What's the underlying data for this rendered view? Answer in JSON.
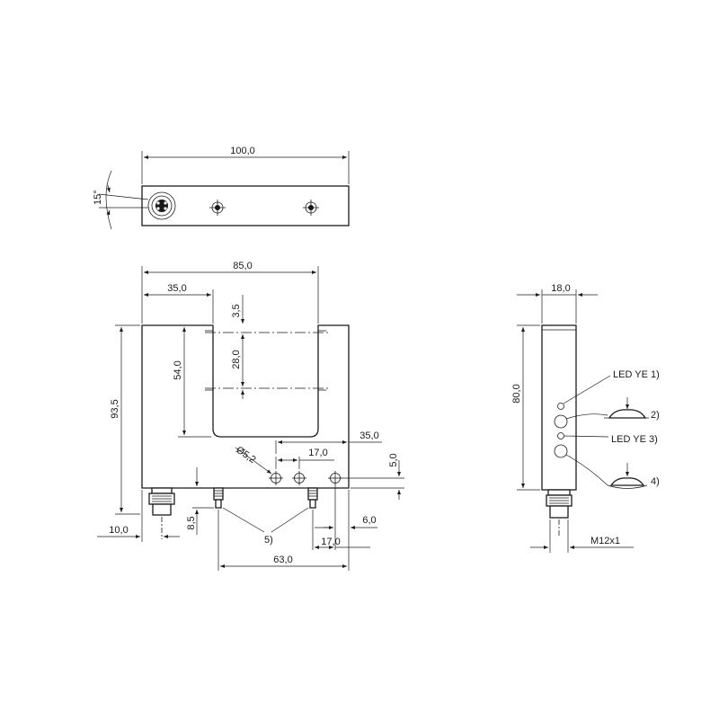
{
  "top_view": {
    "width": "100,0",
    "angle": "15°"
  },
  "front_view": {
    "width": "85,0",
    "slot_offset": "35,0",
    "slot_top": "3,5",
    "slot_depth": "54,0",
    "hole_spacing": "28,0",
    "height": "93,5",
    "hole_diameter": "Ø5,2",
    "hole_pitch": "17,0",
    "hole_right": "35,0",
    "hole_height": "5,0",
    "connector_offset": "10,0",
    "pin_height": "8,5",
    "edge_offset": "6,0",
    "bottom_pitch": "17,0",
    "mount_span": "63,0",
    "callout_5": "5)"
  },
  "side_view": {
    "width": "18,0",
    "height": "80,0",
    "led1": "LED YE 1)",
    "label2": "2)",
    "led3": "LED YE 3)",
    "label4": "4)",
    "thread": "M12x1"
  }
}
